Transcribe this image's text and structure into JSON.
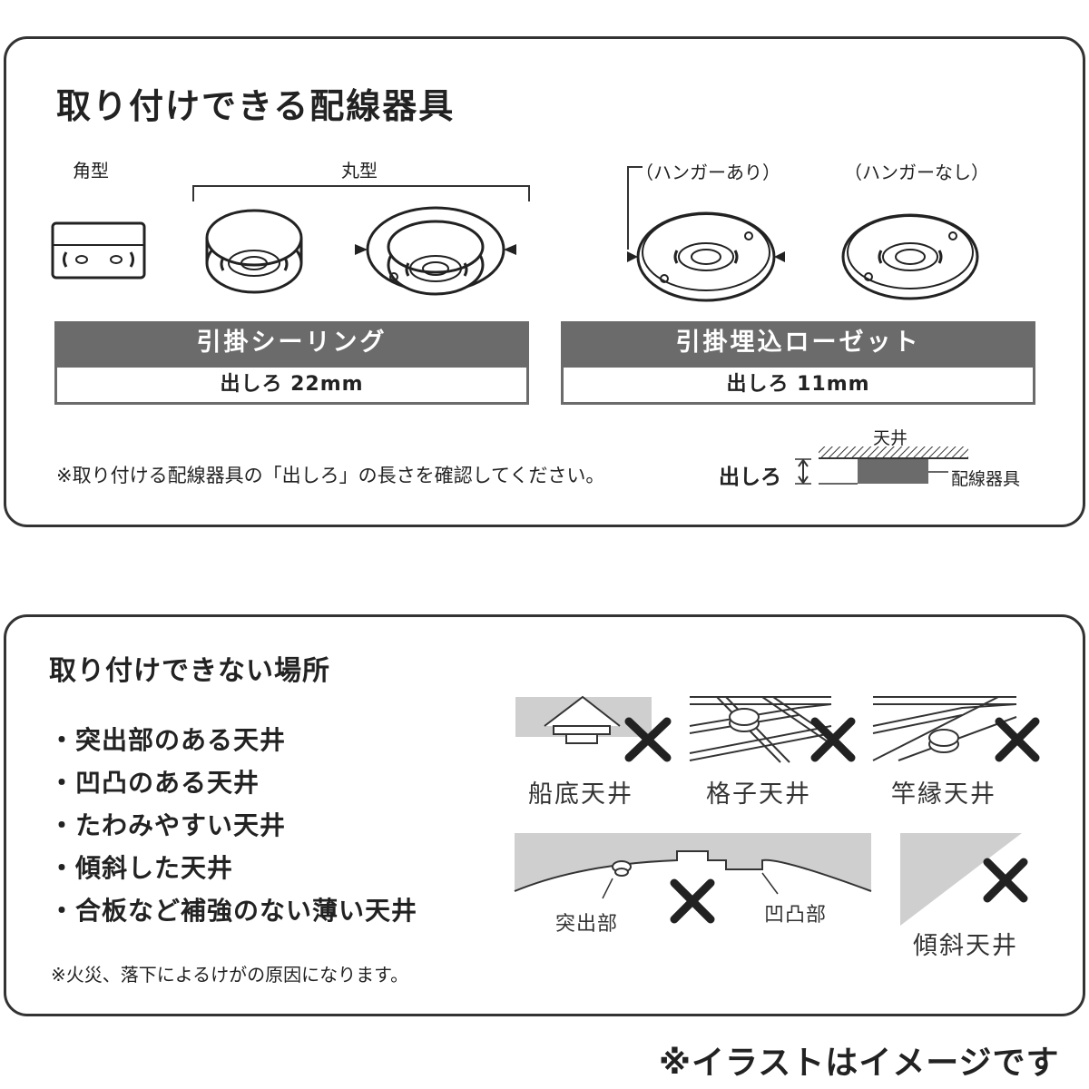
{
  "top": {
    "title": "取り付けできる配線器具",
    "labels": {
      "square": "角型",
      "round": "丸型",
      "with_hanger": "（ハンガーあり）",
      "without_hanger": "（ハンガーなし）"
    },
    "ceiling_type": {
      "name": "引掛シーリング",
      "depth": "出しろ 22mm"
    },
    "rosette_type": {
      "name": "引掛埋込ローゼット",
      "depth": "出しろ 11mm"
    },
    "note": "※取り付ける配線器具の「出しろ」の長さを確認してください。",
    "diagram": {
      "depth_label": "出しろ",
      "ceiling_label": "天井",
      "device_label": "配線器具"
    }
  },
  "bottom": {
    "title": "取り付けできない場所",
    "items": [
      "・突出部のある天井",
      "・凹凸のある天井",
      "・たわみやすい天井",
      "・傾斜した天井",
      "・合板など補強のない薄い天井"
    ],
    "note": "※火災、落下によるけがの原因になります。",
    "illustrations": {
      "funazoko": "船底天井",
      "koushi": "格子天井",
      "saobuchi": "竿縁天井",
      "protrusion": "突出部",
      "uneven": "凹凸部",
      "slope": "傾斜天井"
    }
  },
  "footer": "※イラストはイメージです"
}
